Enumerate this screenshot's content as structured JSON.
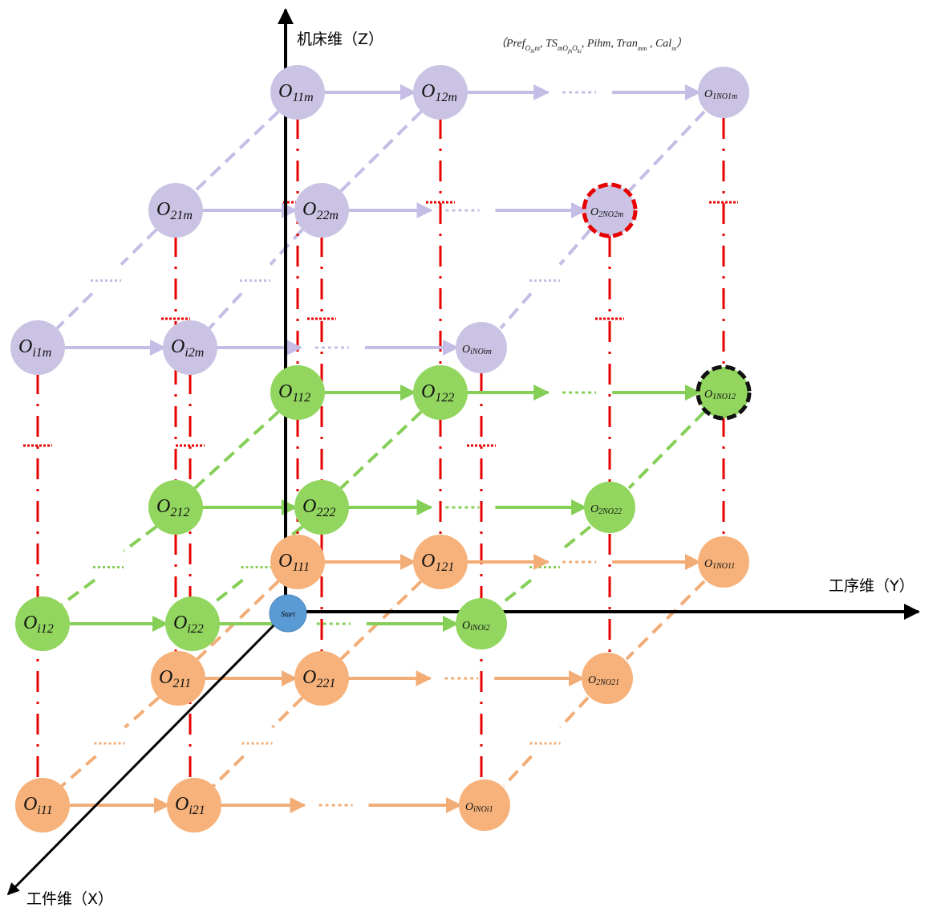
{
  "axes": {
    "z_label": "机床维（Z）",
    "y_label": "工序维（Y）",
    "x_label": "工件维（X）"
  },
  "formula": {
    "open": "（",
    "pref": "Pref",
    "pref_sub": "O",
    "pref_subsub": "ih",
    "pref_sub2": "m",
    "ts": "TS",
    "ts_sub": "mO",
    "ts_subsub": "jh",
    "ts_sub2": "O",
    "ts_subsub2": "ki",
    "pihm": "Pihm",
    "tran": "Tran",
    "tran_sub": "mm",
    "cal": "Cal",
    "cal_sub": "m",
    "close": "）"
  },
  "start_label": "Start",
  "colors": {
    "purple": "#cbc3e3",
    "green": "#92d65f",
    "orange": "#f6b27a",
    "start": "#5b9bd5",
    "red": "#e60000",
    "purple_arrow": "#c5bde6",
    "green_arrow": "#86cf57",
    "orange_arrow": "#f2ad77"
  },
  "nodes": [
    {
      "id": "O11m",
      "base": "O",
      "sub": "11m",
      "layer": "purple",
      "big": true
    },
    {
      "id": "O12m",
      "base": "O",
      "sub": "12m",
      "layer": "purple",
      "big": true
    },
    {
      "id": "O1NO1m",
      "base": "O",
      "sub": "1NO1m",
      "layer": "purple",
      "big": false
    },
    {
      "id": "O21m",
      "base": "O",
      "sub": "21m",
      "layer": "purple",
      "big": true
    },
    {
      "id": "O22m",
      "base": "O",
      "sub": "22m",
      "layer": "purple",
      "big": true
    },
    {
      "id": "O2NO2m",
      "base": "O",
      "sub": "2NO2m",
      "layer": "purple",
      "big": false,
      "ring": "red"
    },
    {
      "id": "Oi1m",
      "base": "O",
      "sub": "i1m",
      "layer": "purple",
      "big": true
    },
    {
      "id": "Oi2m",
      "base": "O",
      "sub": "i2m",
      "layer": "purple",
      "big": true
    },
    {
      "id": "OiNOim",
      "base": "O",
      "sub": "iNOim",
      "layer": "purple",
      "big": false
    },
    {
      "id": "O112",
      "base": "O",
      "sub": "112",
      "layer": "green",
      "big": true
    },
    {
      "id": "O122",
      "base": "O",
      "sub": "122",
      "layer": "green",
      "big": true
    },
    {
      "id": "O1NO12",
      "base": "O",
      "sub": "1NO12",
      "layer": "green",
      "big": false,
      "ring": "black"
    },
    {
      "id": "O212",
      "base": "O",
      "sub": "212",
      "layer": "green",
      "big": true
    },
    {
      "id": "O222",
      "base": "O",
      "sub": "222",
      "layer": "green",
      "big": true
    },
    {
      "id": "O2NO22",
      "base": "O",
      "sub": "2NO22",
      "layer": "green",
      "big": false
    },
    {
      "id": "Oi12",
      "base": "O",
      "sub": "i12",
      "layer": "green",
      "big": true
    },
    {
      "id": "Oi22",
      "base": "O",
      "sub": "i22",
      "layer": "green",
      "big": true
    },
    {
      "id": "OiNOi2",
      "base": "O",
      "sub": "iNOi2",
      "layer": "green",
      "big": false
    },
    {
      "id": "O111",
      "base": "O",
      "sub": "111",
      "layer": "orange",
      "big": true
    },
    {
      "id": "O121",
      "base": "O",
      "sub": "121",
      "layer": "orange",
      "big": true
    },
    {
      "id": "O1NO11",
      "base": "O",
      "sub": "1NO11",
      "layer": "orange",
      "big": false
    },
    {
      "id": "O211",
      "base": "O",
      "sub": "211",
      "layer": "orange",
      "big": true
    },
    {
      "id": "O221",
      "base": "O",
      "sub": "221",
      "layer": "orange",
      "big": true
    },
    {
      "id": "O2NO21",
      "base": "O",
      "sub": "2NO21",
      "layer": "orange",
      "big": false
    },
    {
      "id": "Oi11",
      "base": "O",
      "sub": "i11",
      "layer": "orange",
      "big": true
    },
    {
      "id": "Oi21",
      "base": "O",
      "sub": "i21",
      "layer": "orange",
      "big": true
    },
    {
      "id": "OiNOi1",
      "base": "O",
      "sub": "iNOi1",
      "layer": "orange",
      "big": false
    }
  ]
}
